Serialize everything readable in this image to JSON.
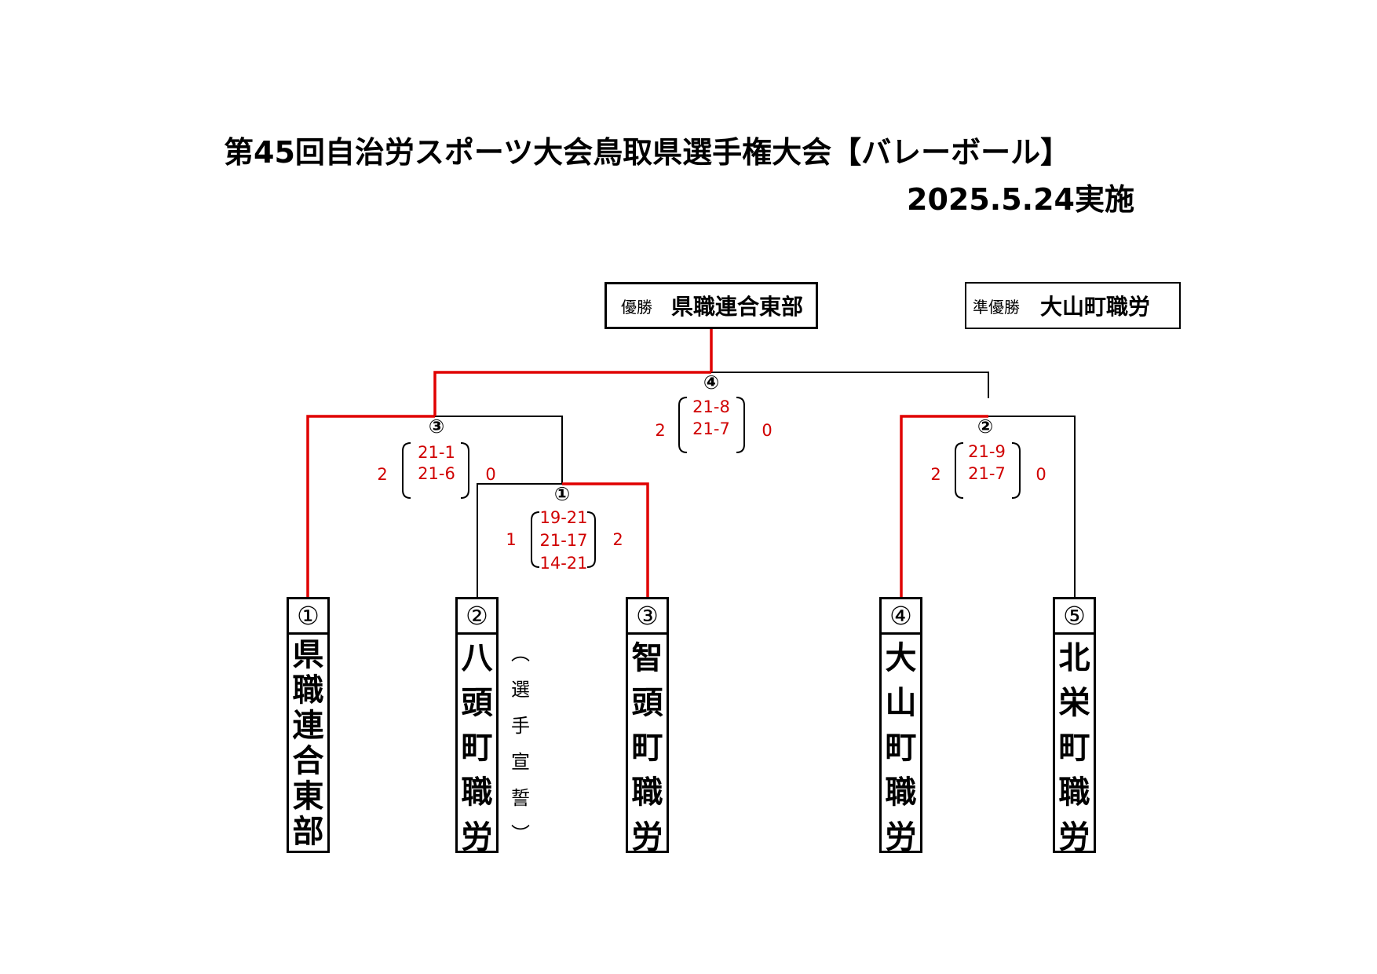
{
  "title": "第45回自治労スポーツ大会鳥取県選手権大会【バレーボール】",
  "date": "2025.5.24実施",
  "champion": {
    "label": "優勝",
    "team": "県職連合東部"
  },
  "runner_up": {
    "label": "準優勝",
    "team": "大山町職労"
  },
  "teams": [
    {
      "seed": "①",
      "chars": [
        "県",
        "職",
        "連",
        "合",
        "東",
        "部"
      ]
    },
    {
      "seed": "②",
      "chars": [
        "八",
        "頭",
        "町",
        "職",
        "労"
      ]
    },
    {
      "seed": "③",
      "chars": [
        "智",
        "頭",
        "町",
        "職",
        "労"
      ]
    },
    {
      "seed": "④",
      "chars": [
        "大",
        "山",
        "町",
        "職",
        "労"
      ]
    },
    {
      "seed": "⑤",
      "chars": [
        "北",
        "栄",
        "町",
        "職",
        "労"
      ]
    }
  ],
  "note_chars": [
    "︵",
    "選",
    "手",
    "宣",
    "誓",
    "︶"
  ],
  "matches": [
    {
      "number": "①",
      "scores": [
        "19-21",
        "21-17",
        "14-21"
      ],
      "left": "1",
      "right": "2"
    },
    {
      "number": "②",
      "scores": [
        "21-9",
        "21-7"
      ],
      "left": "2",
      "right": "0"
    },
    {
      "number": "③",
      "scores": [
        "21-1",
        "21-6"
      ],
      "left": "2",
      "right": "0"
    },
    {
      "number": "④",
      "scores": [
        "21-8",
        "21-7"
      ],
      "left": "2",
      "right": "0"
    }
  ],
  "colors": {
    "winner_line": "#e00000",
    "loser_line": "#000000",
    "score_text": "#d00000"
  }
}
